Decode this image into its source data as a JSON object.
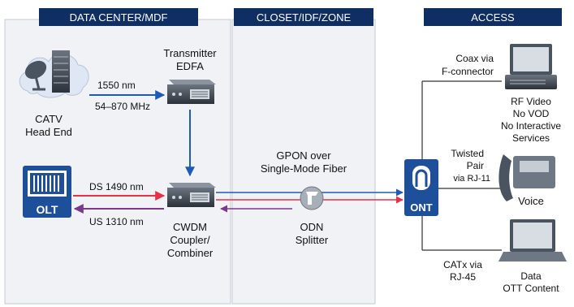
{
  "zones": {
    "datacenter": "DATA CENTER/MDF",
    "closet": "CLOSET/IDF/ZONE",
    "access": "ACCESS"
  },
  "catv": {
    "line1": "CATV",
    "line2": "Head End"
  },
  "rf_signal": {
    "wavelength": "1550 nm",
    "band": "54–870 MHz"
  },
  "transmitter": {
    "line1": "Transmitter",
    "line2": "EDFA"
  },
  "olt": {
    "label": "OLT"
  },
  "downstream": "DS 1490 nm",
  "upstream": "US 1310 nm",
  "cwdm": {
    "line1": "CWDM",
    "line2": "Coupler/",
    "line3": "Combiner"
  },
  "gpon": {
    "line1": "GPON over",
    "line2": "Single-Mode Fiber"
  },
  "odn": {
    "line1": "ODN",
    "line2": "Splitter"
  },
  "ont": {
    "label": "ONT"
  },
  "coax": {
    "line1": "Coax via",
    "line2": "F-connector"
  },
  "rf_video": {
    "line1": "RF Video",
    "line2": "No VOD",
    "line3": "No Interactive",
    "line4": "Services"
  },
  "twisted": {
    "line1": "Twisted",
    "line2": "Pair",
    "line3": "via RJ-11"
  },
  "voice": {
    "label": "Voice"
  },
  "catx": {
    "line1": "CATx via",
    "line2": "RJ-45"
  },
  "data": {
    "line1": "Data",
    "line2": "OTT Content"
  },
  "colors": {
    "zone_bg": "#f0f2f5",
    "header_navy": "#0e2e64",
    "arrow_blue": "#1f5bb5",
    "arrow_red": "#e8304a",
    "arrow_purple": "#7a3a8c"
  }
}
